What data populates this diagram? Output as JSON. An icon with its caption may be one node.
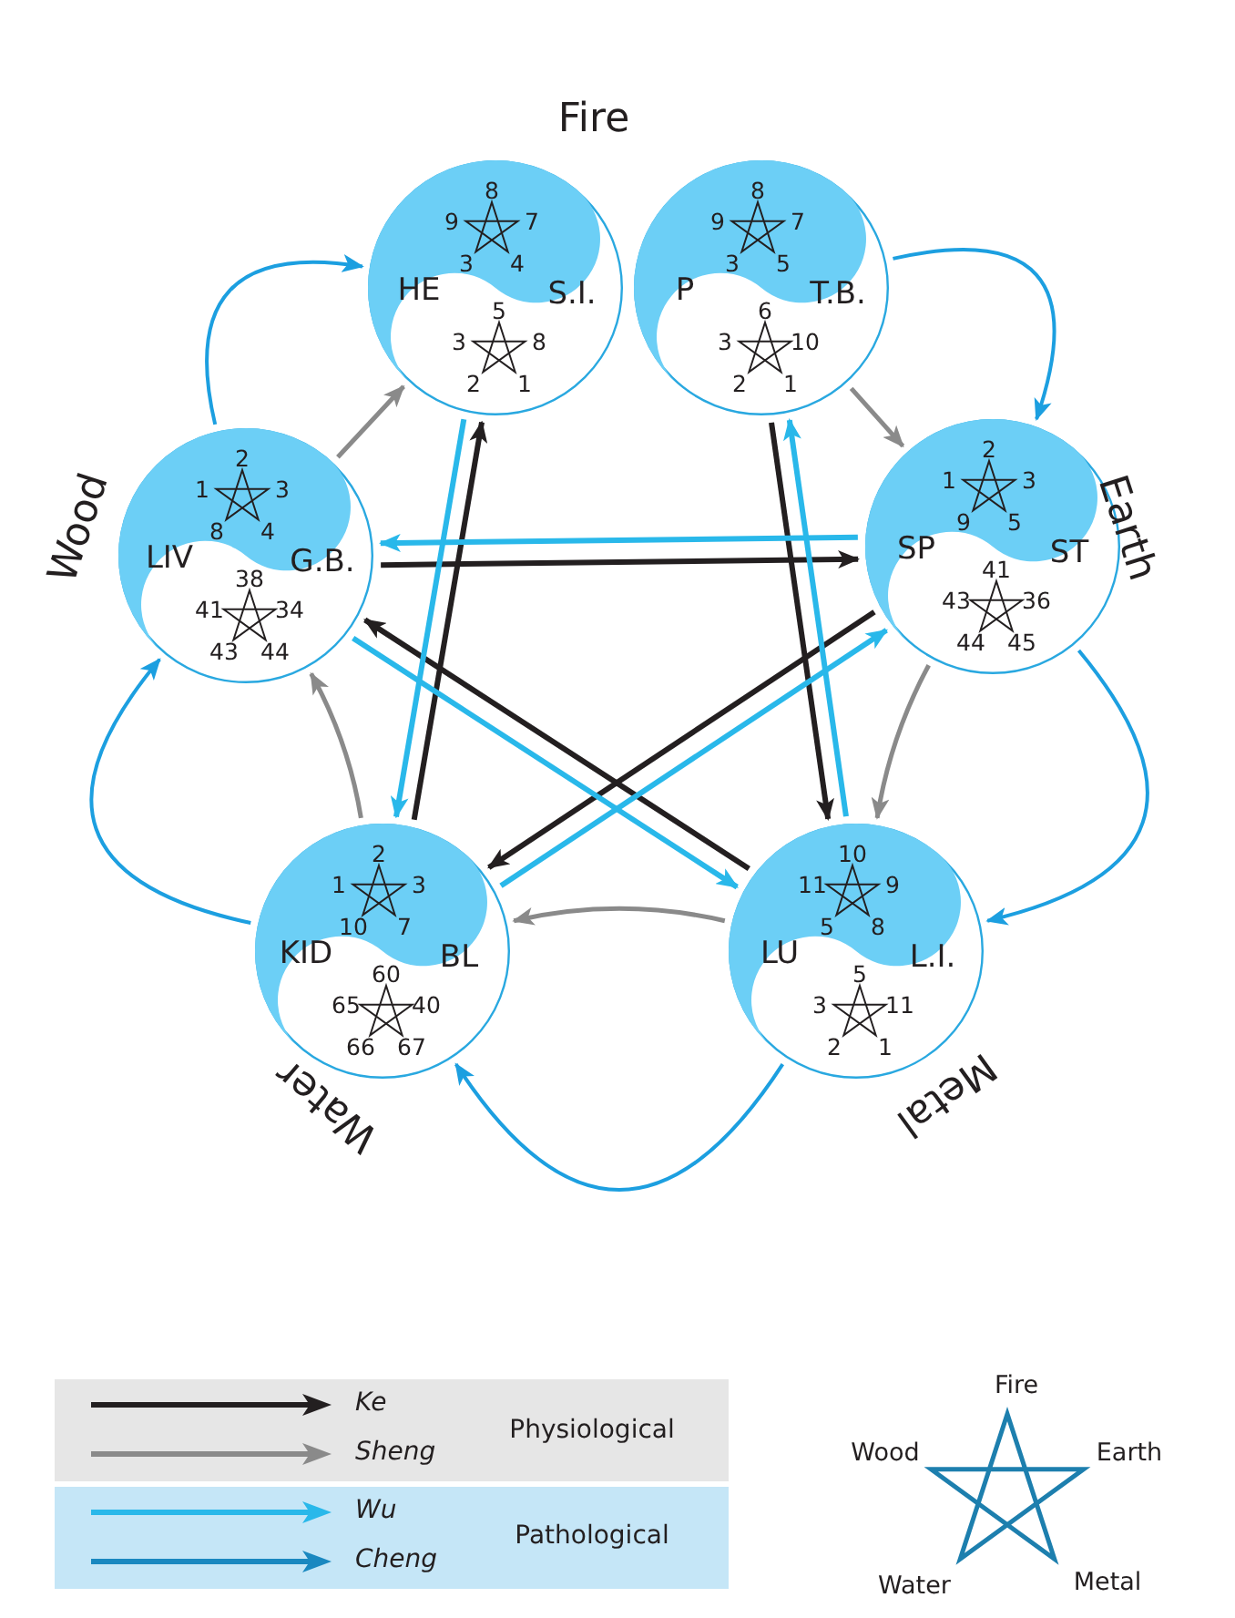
{
  "diagram": {
    "nodes": [
      {
        "text": [
          "HE",
          "S.I.",
          "8",
          "9",
          "7",
          "3",
          "4",
          "5",
          "3",
          "8",
          "2",
          "1"
        ]
      },
      {
        "text": [
          "P",
          "T.B.",
          "8",
          "9",
          "7",
          "3",
          "5",
          "6",
          "3",
          "10",
          "2",
          "1"
        ]
      },
      {
        "text": [
          "LIV",
          "G.B.",
          "2",
          "1",
          "3",
          "8",
          "4",
          "38",
          "41",
          "34",
          "43",
          "44"
        ]
      },
      {
        "text": [
          "SP",
          "ST",
          "2",
          "1",
          "3",
          "9",
          "5",
          "41",
          "43",
          "36",
          "44",
          "45"
        ]
      },
      {
        "text": [
          "KID",
          "BL",
          "2",
          "1",
          "3",
          "10",
          "7",
          "60",
          "65",
          "40",
          "66",
          "67"
        ]
      },
      {
        "text": [
          "LU",
          "L.I.",
          "10",
          "11",
          "9",
          "5",
          "8",
          "5",
          "3",
          "11",
          "2",
          "1"
        ]
      }
    ],
    "edges": [
      {
        "from": 2,
        "to": 0,
        "arrow": "to",
        "color": "#8a8a8a"
      },
      {
        "from": 1,
        "to": 3,
        "arrow": "to",
        "color": "#8a8a8a"
      },
      {
        "from": 3,
        "to": 5,
        "arrow": "to",
        "color": "#8a8a8a"
      },
      {
        "from": 5,
        "to": 4,
        "arrow": "to",
        "color": "#8a8a8a"
      },
      {
        "from": 4,
        "to": 2,
        "arrow": "to",
        "color": "#8a8a8a"
      },
      {
        "from": 2,
        "to": 3,
        "arrow": "to",
        "color": "#231f20"
      },
      {
        "from": 3,
        "to": 4,
        "arrow": "to",
        "color": "#231f20"
      },
      {
        "from": 4,
        "to": 0,
        "arrow": "to",
        "color": "#231f20"
      },
      {
        "from": 1,
        "to": 5,
        "arrow": "to",
        "color": "#231f20"
      },
      {
        "from": 5,
        "to": 2,
        "arrow": "to",
        "color": "#231f20"
      },
      {
        "from": 3,
        "to": 2,
        "arrow": "to",
        "color": "#29b8ea"
      },
      {
        "from": 0,
        "to": 4,
        "arrow": "to",
        "color": "#29b8ea"
      },
      {
        "from": 5,
        "to": 1,
        "arrow": "to",
        "color": "#29b8ea"
      },
      {
        "from": 2,
        "to": 5,
        "arrow": "to",
        "color": "#29b8ea"
      },
      {
        "from": 4,
        "to": 3,
        "arrow": "to",
        "color": "#29b8ea"
      },
      {
        "from": 2,
        "to": 0,
        "arrow": "to",
        "color": "#1c9fe0"
      },
      {
        "from": 1,
        "to": 3,
        "arrow": "to",
        "color": "#1c9fe0"
      },
      {
        "from": 3,
        "to": 5,
        "arrow": "to",
        "color": "#1c9fe0"
      },
      {
        "from": 5,
        "to": 4,
        "arrow": "to",
        "color": "#1c9fe0"
      },
      {
        "from": 4,
        "to": 2,
        "arrow": "to",
        "color": "#1c9fe0"
      }
    ],
    "labels": [
      "Fire",
      "Wood",
      "Earth",
      "Water",
      "Metal",
      "Physiological",
      "Pathological",
      "Fire",
      "Wood",
      "Earth",
      "Water",
      "Metal"
    ],
    "legend": [
      {
        "text": "Ke"
      },
      {
        "text": "Sheng"
      },
      {
        "text": "Wu"
      },
      {
        "text": "Cheng"
      }
    ]
  }
}
